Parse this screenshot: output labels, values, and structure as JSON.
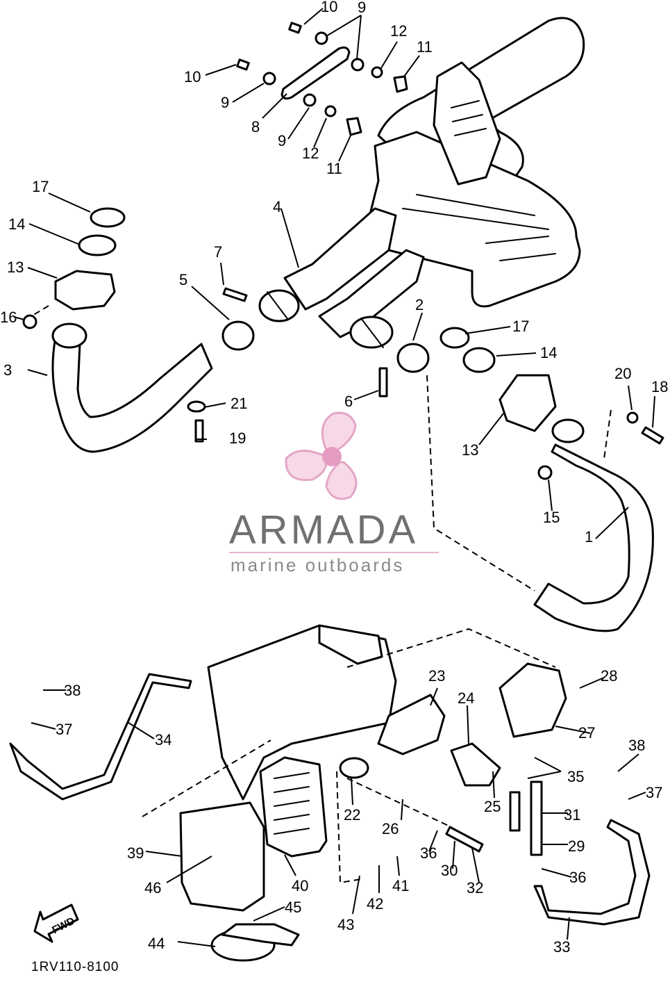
{
  "callouts": [
    "1",
    "2",
    "3",
    "4",
    "5",
    "6",
    "7",
    "8",
    "9",
    "10",
    "11",
    "12",
    "13",
    "14",
    "15",
    "16",
    "17",
    "18",
    "19",
    "20",
    "21",
    "22",
    "23",
    "24",
    "25",
    "26",
    "27",
    "28",
    "29",
    "30",
    "31",
    "32",
    "33",
    "34",
    "35",
    "36",
    "37",
    "38",
    "39",
    "40",
    "41",
    "42",
    "43",
    "44",
    "45",
    "46"
  ],
  "drawing_code": "1RV110-8100",
  "forward_marker": "FWD",
  "watermark": {
    "brand": "ARMADA",
    "tagline": "marine outboards",
    "logo": "propeller-logo",
    "colors": {
      "brand_text": "#707070",
      "tagline_text": "#8a8a8a",
      "logo_light": "#f2c6dc",
      "logo_hub": "#e8a3c8"
    }
  }
}
